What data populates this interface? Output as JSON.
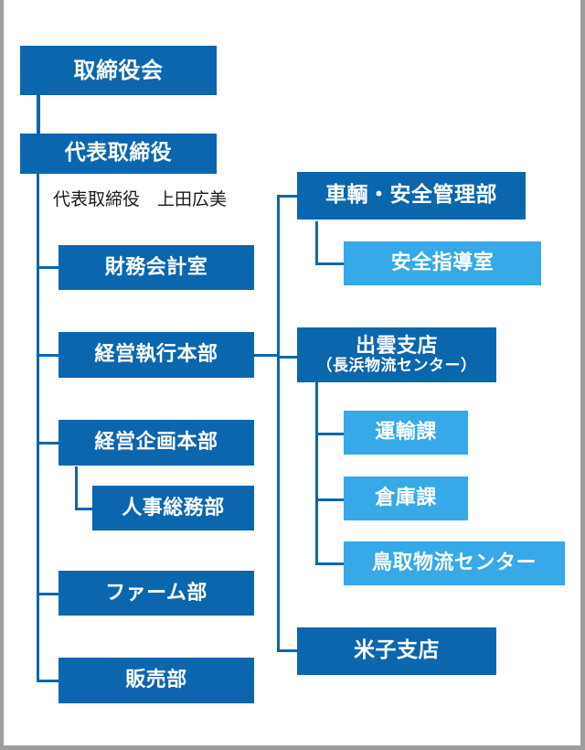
{
  "chart": {
    "title_text_color": "#ffffff",
    "colors": {
      "primary_dark_blue": "#0B66AE",
      "secondary_light_blue": "#37A8E8",
      "connector_line": "#0B66AE",
      "background": "#ffffff",
      "plain_text": "#1a1a1a",
      "page_edge": "#9d9d9d"
    },
    "nodes": {
      "board_of_directors": "取締役会",
      "representative_director": "代表取締役",
      "representative_director_name": "代表取締役　上田広美",
      "finance_accounting_office": "財務会計室",
      "management_execution_hq": "経営執行本部",
      "management_planning_hq": "経営企画本部",
      "hr_general_affairs_dept": "人事総務部",
      "farm_dept": "ファーム部",
      "sales_dept": "販売部",
      "vehicle_safety_mgmt_dept": "車輌・安全管理部",
      "safety_guidance_office": "安全指導室",
      "izumo_branch_line1": "出雲支店",
      "izumo_branch_line2": "（長浜物流センター）",
      "transport_section": "運輸課",
      "warehouse_section": "倉庫課",
      "tottori_logistics_center": "鳥取物流センター",
      "yonago_branch": "米子支店"
    }
  }
}
